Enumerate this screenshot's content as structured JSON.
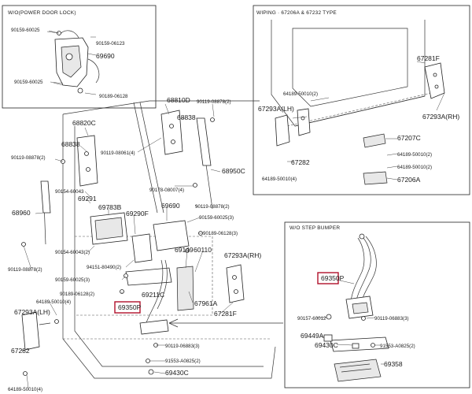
{
  "sections": {
    "power_door": "W/O(POWER DOOR LOCK)",
    "wiping": "WIPING · 67206A & 67232 TYPE",
    "wo_bumper": "W/O STEP BUMPER"
  },
  "labels": {
    "p90159_60025_top": "90159-60025",
    "p90159_06123": "90159-06123",
    "p69690_top": "69690",
    "p90159_60025_mid": "90159-60025",
    "p90189_06128_top": "90189-06128",
    "p68810d": "68810D",
    "p90119_08878_top": "90119-08878(2)",
    "p68838_right": "68838",
    "p68820c": "68820C",
    "p68838_left": "68838",
    "p90119_08061": "90119-08061(4)",
    "p90119_08878_left": "90119-08878(2)",
    "p68950c": "68950C",
    "p90154_60043_a": "90154-60043",
    "p90178_08007": "90178-08007(4)",
    "p69291": "69291",
    "p69783b": "69783B",
    "p69290f": "69290F",
    "p68960": "68960",
    "p69690_mid": "69690",
    "p90119_08878_mid": "90119-08878(2)",
    "p90159_60025_3": "90159-60025(3)",
    "p90189_06128_3": "90189-06128(3)",
    "p90154_60043_2": "90154-60043(2)",
    "p69149": "69149",
    "p60110": "60110",
    "p67293a_rh_bottom": "67293A(RH)",
    "p90119_08878_bottom": "90119-08878(2)",
    "p94151_80490": "94151-80490(2)",
    "p90159_60025_bot": "90159-60025(3)",
    "p90189_06128_bot": "90189-06128(2)",
    "p69211c": "69211C",
    "p64189_50010_left": "64189-50010(4)",
    "p69350p_main": "69350P",
    "p67961a": "67961A",
    "p67293a_lh_bottom": "67293A(LH)",
    "p67281f_bottom": "67281F",
    "p67282_bottom": "67282",
    "p90119_06883": "90119-06883(3)",
    "p64189_50010_bottom": "64189-50010(4)",
    "p91553_a0825": "91553-A0825(2)",
    "p69430c_main": "69430C",
    "p67281f_top": "67281F",
    "p64189_50010_wp": "64189-50010(2)",
    "p67293a_lh_top": "67293A(LH)",
    "p67293a_rh_top": "67293A(RH)",
    "p67207c": "67207C",
    "p64189_50010_wp2": "64189-50010(2)",
    "p64189_50010_wp3": "64189-50010(2)",
    "p67282_top": "67282",
    "p64189_50010_wp4": "64189-50010(4)",
    "p67206a": "67206A",
    "p69350p_inset": "69350P",
    "p90157_60012": "90157-60012",
    "p90119_06883_inset": "90119-06883(3)",
    "p69449a": "69449A",
    "p69430c_inset": "69430C",
    "p91553_a0825_inset": "91553-A0825(2)",
    "p69358": "69358"
  }
}
